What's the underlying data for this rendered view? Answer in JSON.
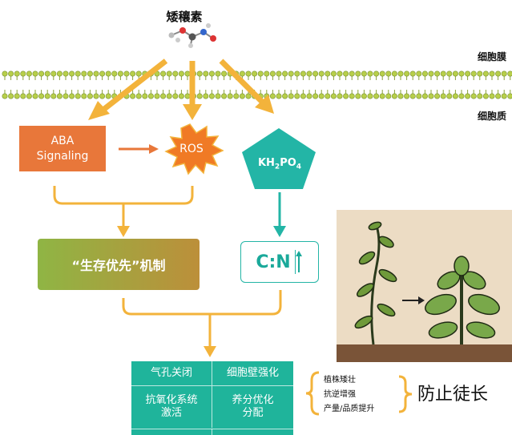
{
  "compound": {
    "name": "矮穰素",
    "icon": "molecule-ball-and-stick-icon"
  },
  "membrane": {
    "top_label": "细胞膜",
    "bottom_label": "细胞质"
  },
  "aba": {
    "line1": "ABA",
    "line2": "Signaling",
    "color": "#e8773a"
  },
  "ros": {
    "label": "ROS",
    "color": "#f07a25"
  },
  "kh2po4": {
    "label": "KH",
    "sub1": "2",
    "mid": "PO",
    "sub2": "4",
    "color": "#23b5a6"
  },
  "survival": {
    "label": "“生存优先”机制"
  },
  "cn": {
    "label": "C:N",
    "arrow": "up-arrow-icon"
  },
  "outcomes": {
    "cells": [
      "气孔关闭",
      "细胞壁强化",
      "抗氧化系统\n激活",
      "养分优化\n分配"
    ]
  },
  "effects": {
    "items": [
      "植株矮壮",
      "抗逆增强",
      "产量/品质提升"
    ]
  },
  "conclusion": "防止徒长",
  "colors": {
    "arrow_orange": "#f3b33b",
    "teal": "#1fb49b"
  }
}
